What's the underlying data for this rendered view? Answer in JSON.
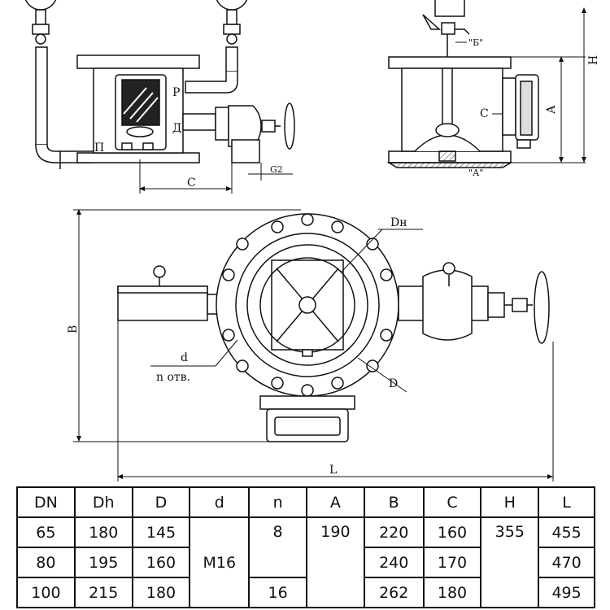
{
  "drawing": {
    "side_view_labels": {
      "p_port": "Р",
      "d_port": "Д",
      "pi_port": "П",
      "c_dim": "С",
      "g2_dim": "G2"
    },
    "front_view_labels": {
      "b_mark": "\"Б\"",
      "a_mark": "\"А\"",
      "c_dim": "С",
      "a_dim": "А",
      "h_dim": "Н"
    },
    "plan_view_labels": {
      "dn_dim": "Dн",
      "d_dim": "D",
      "b_dim": "B",
      "l_dim": "L",
      "d_small": "d",
      "n_holes": "n отв."
    }
  },
  "table": {
    "headers": [
      "DN",
      "Dh",
      "D",
      "d",
      "n",
      "A",
      "B",
      "C",
      "H",
      "L"
    ],
    "rows": [
      {
        "DN": "65",
        "Dh": "180",
        "D": "145",
        "B": "220",
        "C": "160",
        "L": "455"
      },
      {
        "DN": "80",
        "Dh": "195",
        "D": "160",
        "B": "240",
        "C": "170",
        "L": "470"
      },
      {
        "DN": "100",
        "Dh": "215",
        "D": "180",
        "B": "262",
        "C": "180",
        "L": "495"
      }
    ],
    "merged": {
      "d_value": "M16",
      "n_first": "8",
      "n_last": "16",
      "a_value": "190",
      "h_value": "355"
    }
  }
}
